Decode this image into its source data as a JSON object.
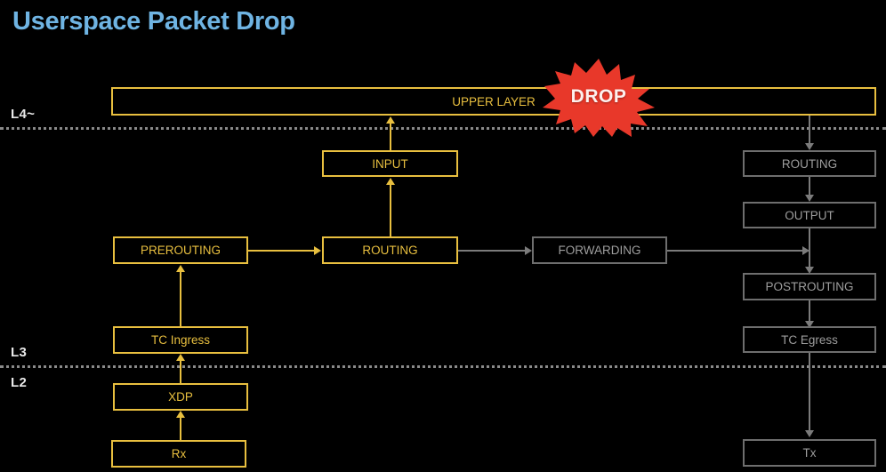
{
  "page": {
    "title": "Userspace Packet Drop",
    "background_color": "#000000",
    "title_color": "#6fb4e3"
  },
  "colors": {
    "active_stroke": "#e8bf3f",
    "dim_stroke": "#6e6e6e",
    "dim_text": "#9e9e9e",
    "drop_fill": "#e8382a",
    "drop_text": "#fdf0ee",
    "divider": "#8a8a8a"
  },
  "layer_labels": [
    {
      "id": "l4",
      "label": "L4~"
    },
    {
      "id": "l3",
      "label": "L3"
    },
    {
      "id": "l2",
      "label": "L2"
    }
  ],
  "nodes": [
    {
      "id": "upper-layer",
      "label": "UPPER LAYER",
      "state": "active",
      "align": "center"
    },
    {
      "id": "input",
      "label": "INPUT",
      "state": "active"
    },
    {
      "id": "prerouting",
      "label": "PREROUTING",
      "state": "active"
    },
    {
      "id": "routing-left",
      "label": "ROUTING",
      "state": "active"
    },
    {
      "id": "tc-ingress",
      "label": "TC Ingress",
      "state": "active"
    },
    {
      "id": "xdp",
      "label": "XDP",
      "state": "active"
    },
    {
      "id": "rx",
      "label": "Rx",
      "state": "active"
    },
    {
      "id": "forwarding",
      "label": "FORWARDING",
      "state": "dim"
    },
    {
      "id": "routing-right",
      "label": "ROUTING",
      "state": "dim"
    },
    {
      "id": "output",
      "label": "OUTPUT",
      "state": "dim"
    },
    {
      "id": "postrouting",
      "label": "POSTROUTING",
      "state": "dim"
    },
    {
      "id": "tc-egress",
      "label": "TC Egress",
      "state": "dim"
    },
    {
      "id": "tx",
      "label": "Tx",
      "state": "dim"
    }
  ],
  "annotation": {
    "drop_label": "DROP",
    "attached_to": "upper-layer"
  }
}
